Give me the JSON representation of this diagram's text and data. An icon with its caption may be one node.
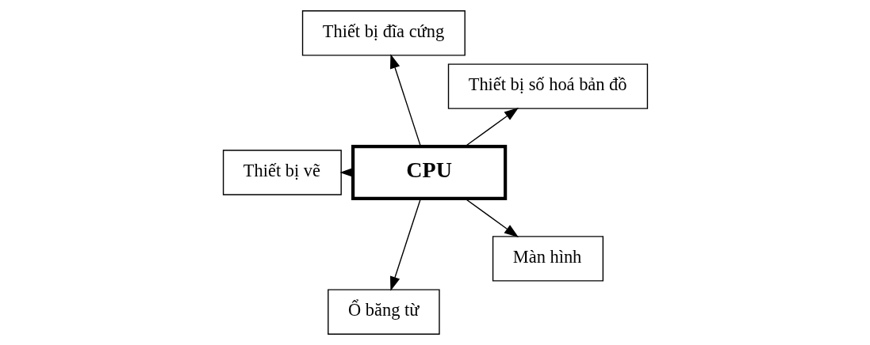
{
  "diagram": {
    "nodes": [
      {
        "text": [
          "Thiết bị số hoá bản đồ"
        ]
      },
      {
        "text": [
          "Thiết bị đĩa cứng"
        ]
      },
      {
        "text": [
          "CPU"
        ]
      },
      {
        "text": [
          "Thiết bị vẽ"
        ]
      },
      {
        "text": [
          "Ổ băng từ"
        ]
      },
      {
        "text": [
          "Màn hình"
        ]
      }
    ],
    "edges": [
      {
        "from": 2,
        "to": 0,
        "arrow": "to"
      },
      {
        "from": 2,
        "to": 1,
        "arrow": "to"
      },
      {
        "from": 2,
        "to": 3,
        "arrow": "to"
      },
      {
        "from": 2,
        "to": 4,
        "arrow": "to"
      },
      {
        "from": 2,
        "to": 5,
        "arrow": "to"
      }
    ]
  }
}
